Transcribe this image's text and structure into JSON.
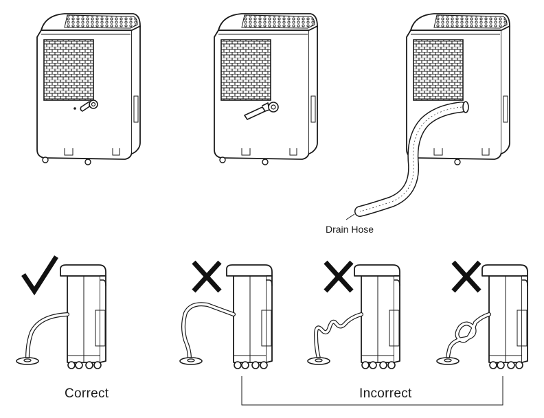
{
  "labels": {
    "drain_hose": "Drain Hose",
    "correct": "Correct",
    "incorrect": "Incorrect"
  },
  "status_marks": [
    {
      "panel": "correct",
      "icon": "check-mark-icon"
    },
    {
      "panel": "incorrect-1",
      "icon": "cross-mark-icon"
    },
    {
      "panel": "incorrect-2",
      "icon": "cross-mark-icon"
    },
    {
      "panel": "incorrect-3",
      "icon": "cross-mark-icon"
    }
  ],
  "colors": {
    "line": "#1a1a1a",
    "background": "#ffffff"
  }
}
